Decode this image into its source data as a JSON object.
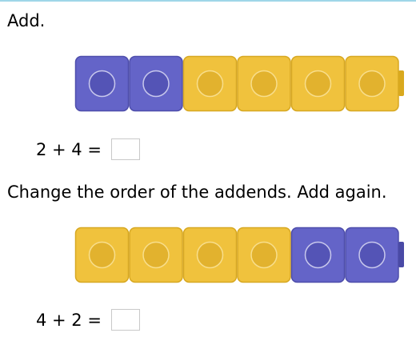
{
  "prompt": "Add.",
  "equation_1": {
    "text": "2 + 4 =",
    "answer_value": ""
  },
  "instruction": "Change the order of the addends. Add again.",
  "equation_2": {
    "text": "4 + 2 =",
    "answer_value": ""
  },
  "cube_trains": [
    {
      "cubes": [
        "purple",
        "purple",
        "yellow",
        "yellow",
        "yellow",
        "yellow"
      ]
    },
    {
      "cubes": [
        "yellow",
        "yellow",
        "yellow",
        "yellow",
        "purple",
        "purple"
      ]
    }
  ],
  "colors": {
    "purple": {
      "face": "#6464c8",
      "stroke": "#4e4eab",
      "hole": "#5454b6",
      "hole_stroke": "#c8c8ec",
      "nub": "#4a4aa6"
    },
    "yellow": {
      "face": "#f0c23d",
      "stroke": "#d7a822",
      "hole": "#e2b22e",
      "hole_stroke": "#f8de8c",
      "nub": "#d9a91e"
    }
  }
}
